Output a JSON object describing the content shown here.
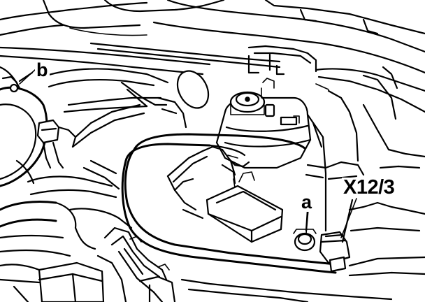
{
  "diagram": {
    "callouts": {
      "b": "b",
      "a": "a",
      "connector": "X12/3"
    }
  }
}
